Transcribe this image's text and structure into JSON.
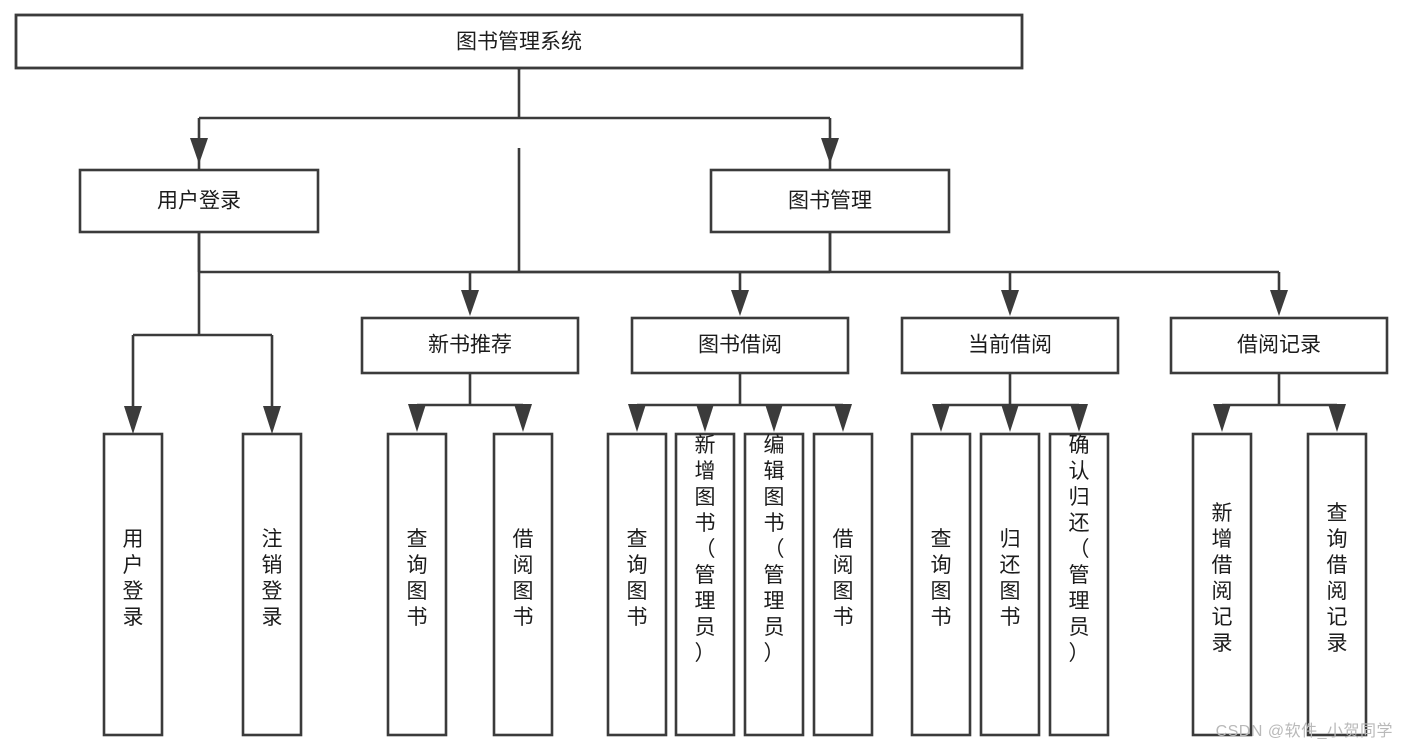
{
  "diagram": {
    "type": "tree-hierarchy",
    "title": "图书管理系统",
    "orientation": "top-down",
    "colors": {
      "box_stroke": "#3b3b3b",
      "box_fill": "#ffffff",
      "connector": "#3b3b3b",
      "text": "#1c1c1c",
      "background": "#ffffff",
      "watermark": "#b9b9b9"
    },
    "root": {
      "label": "图书管理系统",
      "name": "node-root-library-system"
    },
    "level2": [
      {
        "label": "用户登录",
        "name": "node-user-login"
      },
      {
        "label": "图书管理",
        "name": "node-book-management"
      }
    ],
    "level3": [
      {
        "label": "新书推荐",
        "name": "node-new-book-recommend"
      },
      {
        "label": "图书借阅",
        "name": "node-book-borrow"
      },
      {
        "label": "当前借阅",
        "name": "node-current-borrow"
      },
      {
        "label": "借阅记录",
        "name": "node-borrow-records"
      }
    ],
    "leaves": {
      "user_login": [
        {
          "label": "用户登录",
          "name": "leaf-user-login"
        },
        {
          "label": "注销登录",
          "name": "leaf-logout"
        }
      ],
      "new_book_recommend": [
        {
          "label": "查询图书",
          "name": "leaf-query-book-recommend"
        },
        {
          "label": "借阅图书",
          "name": "leaf-borrow-book-recommend"
        }
      ],
      "book_borrow": [
        {
          "label": "查询图书",
          "name": "leaf-query-book-borrow"
        },
        {
          "label": "新增图书（管理员）",
          "name": "leaf-add-book-admin"
        },
        {
          "label": "编辑图书（管理员）",
          "name": "leaf-edit-book-admin"
        },
        {
          "label": "借阅图书",
          "name": "leaf-borrow-book"
        }
      ],
      "current_borrow": [
        {
          "label": "查询图书",
          "name": "leaf-query-book-current"
        },
        {
          "label": "归还图书",
          "name": "leaf-return-book"
        },
        {
          "label": "确认归还（管理员）",
          "name": "leaf-confirm-return-admin"
        }
      ],
      "borrow_records": [
        {
          "label": "新增借阅记录",
          "name": "leaf-add-borrow-record"
        },
        {
          "label": "查询借阅记录",
          "name": "leaf-query-borrow-record"
        }
      ]
    }
  },
  "watermark": {
    "text": "CSDN @软件_小贺同学"
  }
}
